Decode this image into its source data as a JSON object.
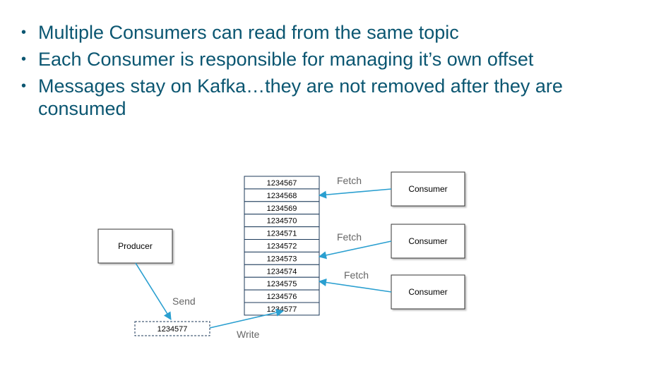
{
  "bullets": [
    "Multiple Consumers can read from the same topic",
    "Each Consumer is responsible for managing it’s own offset",
    "Messages stay on Kafka…they are not removed after they are consumed"
  ],
  "diagram": {
    "producer_label": "Producer",
    "consumer_labels": [
      "Consumer",
      "Consumer",
      "Consumer"
    ],
    "messages": [
      "1234567",
      "1234568",
      "1234569",
      "1234570",
      "1234571",
      "1234572",
      "1234573",
      "1234574",
      "1234575",
      "1234576",
      "1234577"
    ],
    "pending_message": "1234577",
    "send_label": "Send",
    "write_label": "Write",
    "fetch_labels": [
      "Fetch",
      "Fetch",
      "Fetch"
    ]
  },
  "colors": {
    "title_text": "#0b5671",
    "arrow": "#2a9fd0",
    "box_border": "#1c3a5a"
  }
}
